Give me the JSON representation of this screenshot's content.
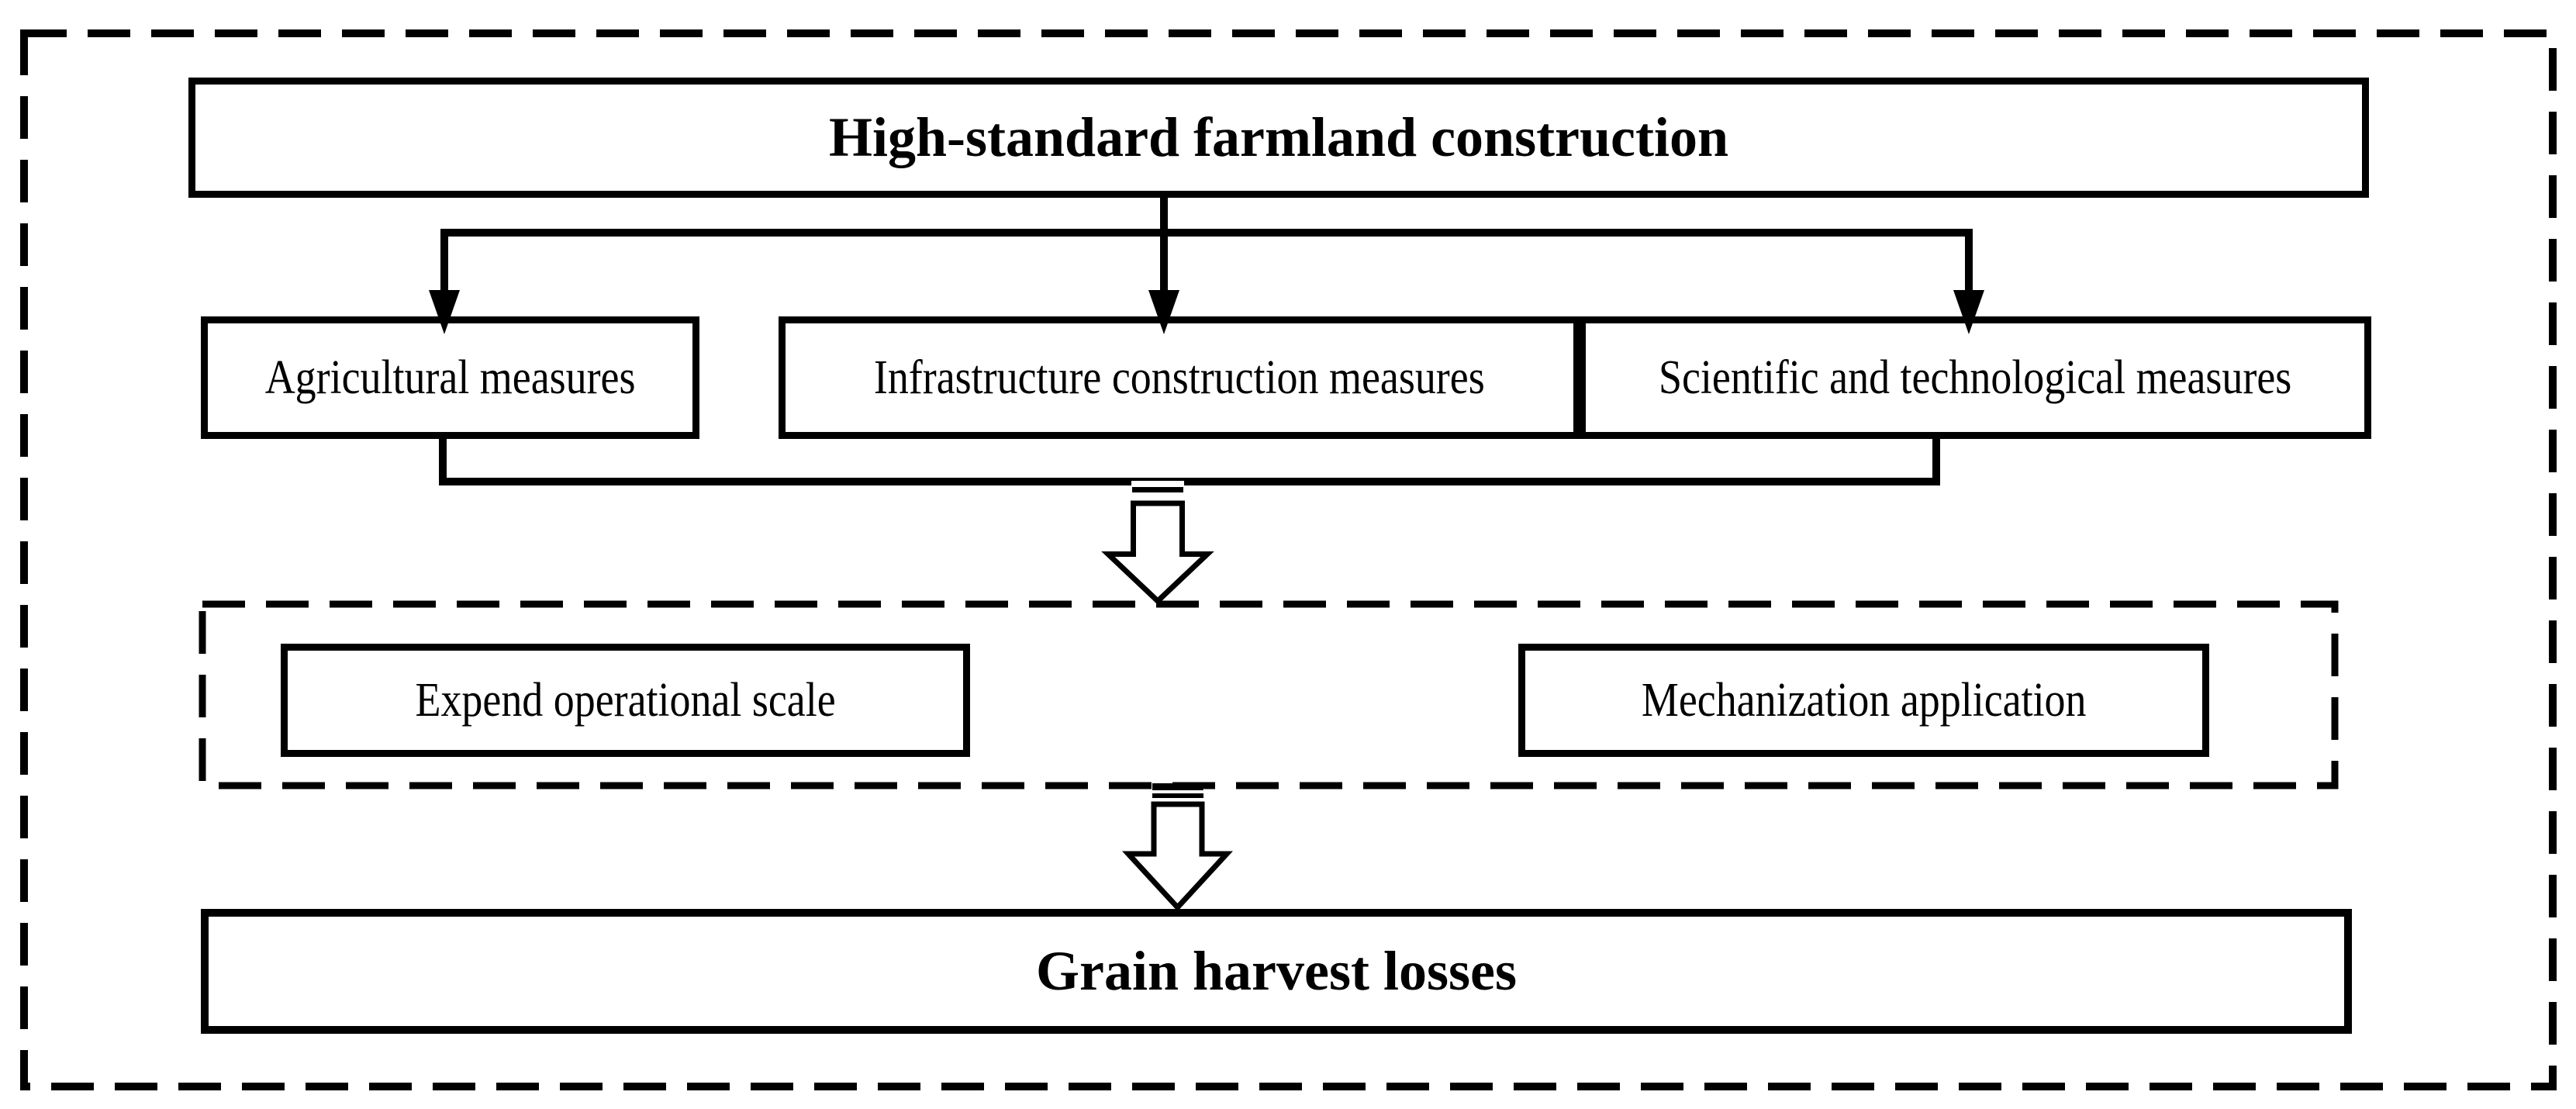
{
  "figure": {
    "top": {
      "label": "High-standard farmland construction"
    },
    "measures": [
      {
        "label": "Agricultural measures"
      },
      {
        "label": "Infrastructure construction measures"
      },
      {
        "label": "Scientific and technological measures"
      }
    ],
    "outcomes": [
      {
        "label": "Expend operational scale"
      },
      {
        "label": "Mechanization application"
      }
    ],
    "result": {
      "label": "Grain harvest losses"
    },
    "colors": {
      "ink": "#000000",
      "background": "#ffffff"
    }
  }
}
